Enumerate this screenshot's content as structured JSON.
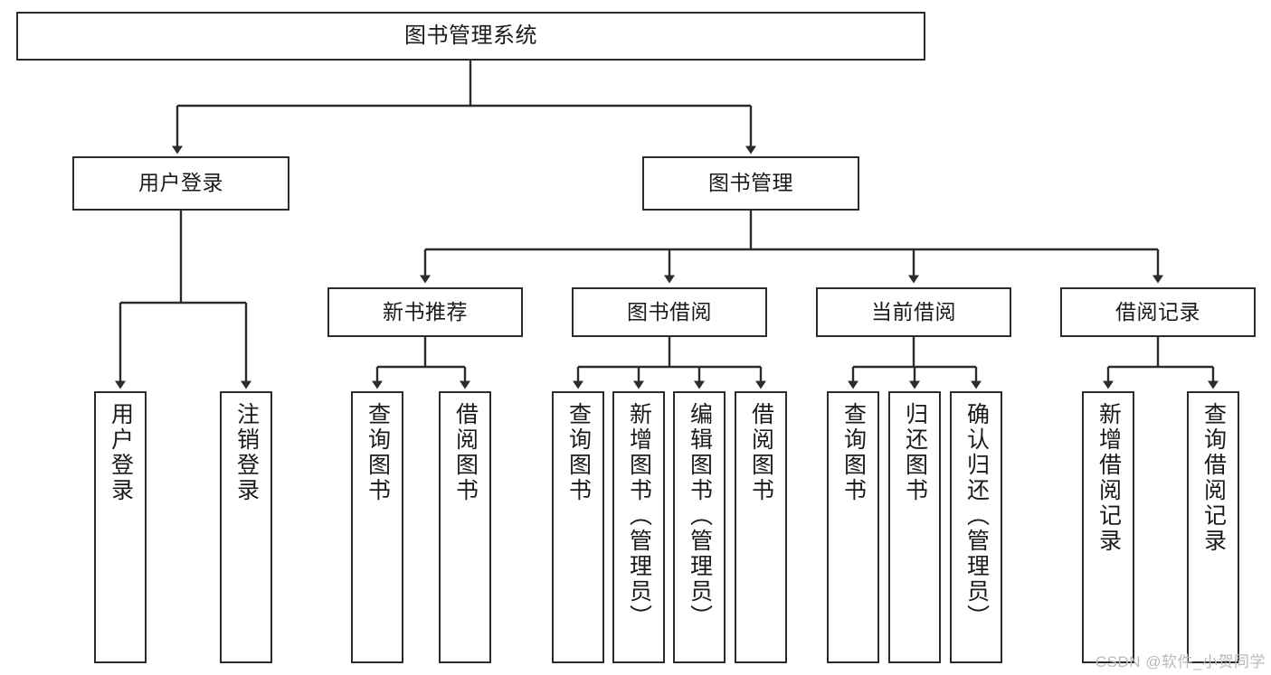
{
  "diagram": {
    "title": "图书管理系统",
    "type": "hierarchy-tree",
    "watermark": "CSDN @软件_小贺同学",
    "colors": {
      "stroke": "#2b2b2b",
      "fill": "#ffffff",
      "text": "#1a1a1a",
      "watermark": "#b9b9b9"
    }
  },
  "nodes": {
    "root": {
      "label": "图书管理系统"
    },
    "level2": [
      {
        "id": "user-login",
        "label": "用户登录"
      },
      {
        "id": "book-management",
        "label": "图书管理"
      }
    ],
    "level3": [
      {
        "id": "new-book-recommend",
        "label": "新书推荐"
      },
      {
        "id": "book-borrow",
        "label": "图书借阅"
      },
      {
        "id": "current-borrow",
        "label": "当前借阅"
      },
      {
        "id": "borrow-record",
        "label": "借阅记录"
      }
    ],
    "leaves": {
      "user_login": [
        {
          "id": "leaf-user-login",
          "label": "用户登录"
        },
        {
          "id": "leaf-logout-login",
          "label": "注销登录"
        }
      ],
      "new_book_recommend": [
        {
          "id": "leaf-query-book-1",
          "label": "查询图书"
        },
        {
          "id": "leaf-borrow-book-1",
          "label": "借阅图书"
        }
      ],
      "book_borrow": [
        {
          "id": "leaf-query-book-2",
          "label": "查询图书"
        },
        {
          "id": "leaf-add-book",
          "label": "新增图书（管理员）"
        },
        {
          "id": "leaf-edit-book",
          "label": "编辑图书（管理员）"
        },
        {
          "id": "leaf-borrow-book-2",
          "label": "借阅图书"
        }
      ],
      "current_borrow": [
        {
          "id": "leaf-query-book-3",
          "label": "查询图书"
        },
        {
          "id": "leaf-return-book",
          "label": "归还图书"
        },
        {
          "id": "leaf-confirm-return",
          "label": "确认归还（管理员）"
        }
      ],
      "borrow_record": [
        {
          "id": "leaf-add-record",
          "label": "新增借阅记录"
        },
        {
          "id": "leaf-query-record",
          "label": "查询借阅记录"
        }
      ]
    }
  }
}
